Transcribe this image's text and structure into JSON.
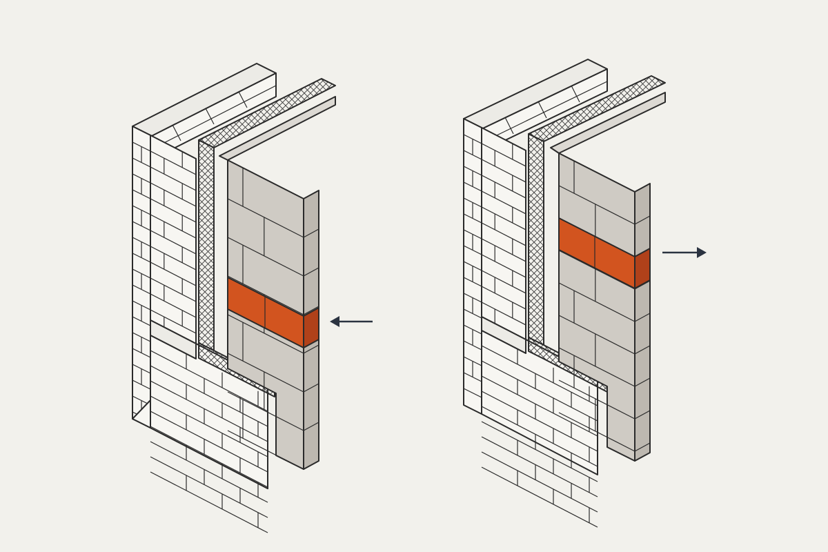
{
  "colors": {
    "background": "#f2f1ec",
    "brick_face": "#f7f6f2",
    "brick_top": "#ecebe6",
    "block_face": "#cfcbc4",
    "block_side": "#bdb8b0",
    "block_top": "#dcd9d3",
    "insulation": "#ebeae5",
    "highlight_face": "#d2541f",
    "highlight_side": "#b0411a",
    "line": "#2a2a2a",
    "arrow": "#2b3340"
  },
  "illustrations": [
    {
      "id": "left",
      "highlight_course": 3,
      "arrow": "pointing-left"
    },
    {
      "id": "right",
      "highlight_course": 2,
      "arrow": "pointing-right"
    }
  ]
}
